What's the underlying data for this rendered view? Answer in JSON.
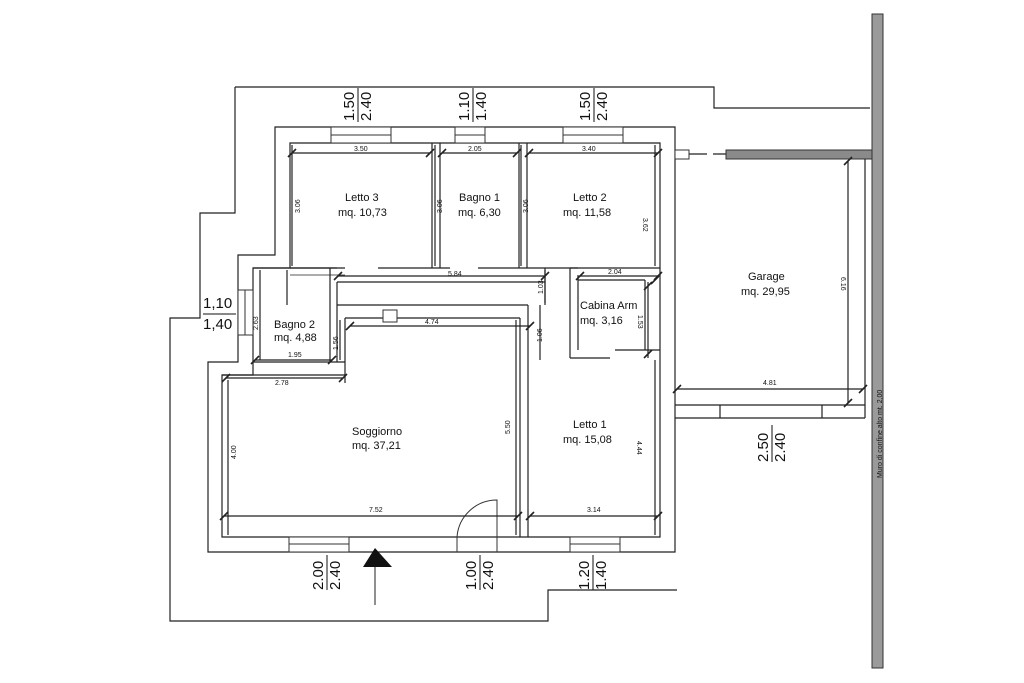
{
  "rooms": {
    "letto3": {
      "name": "Letto 3",
      "area": "mq. 10,73"
    },
    "bagno1": {
      "name": "Bagno 1",
      "area": "mq. 6,30"
    },
    "letto2": {
      "name": "Letto 2",
      "area": "mq. 11,58"
    },
    "bagno2": {
      "name": "Bagno 2",
      "area": "mq. 4,88"
    },
    "cabina": {
      "name": "Cabina Arm",
      "area": "mq. 3,16"
    },
    "soggiorno": {
      "name": "Soggiorno",
      "area": "mq. 37,21"
    },
    "letto1": {
      "name": "Letto 1",
      "area": "mq. 15,08"
    },
    "garage": {
      "name": "Garage",
      "area": "mq. 29,95"
    }
  },
  "dimensions": {
    "letto3_w": "3.50",
    "bagno1_w": "2.05",
    "letto2_w": "3.40",
    "letto3_h": "3.06",
    "bagno1_h": "3.06",
    "letto2_h_a": "3.06",
    "letto2_h": "3.62",
    "corridor_w": "5.84",
    "cabina_w": "2.04",
    "cabina_h_top": "1.03",
    "cabina_h": "1.53",
    "corridor2_w": "4.74",
    "corridor2_h": "1.06",
    "bagno2_h": "2.63",
    "bagno2_h2": "1.56",
    "bagno2_w": "1.95",
    "entry_w": "2.78",
    "soggiorno_h": "4.00",
    "soggiorno_h2": "5.50",
    "soggiorno_w": "7.52",
    "letto1_h": "4.44",
    "letto1_w": "3.14",
    "garage_w": "4.81",
    "garage_h": "6.16"
  },
  "openings": {
    "w_top1": {
      "w": "1.50",
      "h": "2.40"
    },
    "w_top2": {
      "w": "1.10",
      "h": "1.40"
    },
    "w_top3": {
      "w": "1.50",
      "h": "2.40"
    },
    "w_left": {
      "w": "1,10",
      "h": "1,40"
    },
    "w_garage": {
      "w": "2.50",
      "h": "2.40"
    },
    "w_bottom1": {
      "w": "2.00",
      "h": "2.40"
    },
    "door_bottom": {
      "w": "1.00",
      "h": "2.40"
    },
    "w_bottom2": {
      "w": "1.20",
      "h": "1.40"
    }
  },
  "boundary_wall_label": "Muro di confine alto mt. 2,00"
}
